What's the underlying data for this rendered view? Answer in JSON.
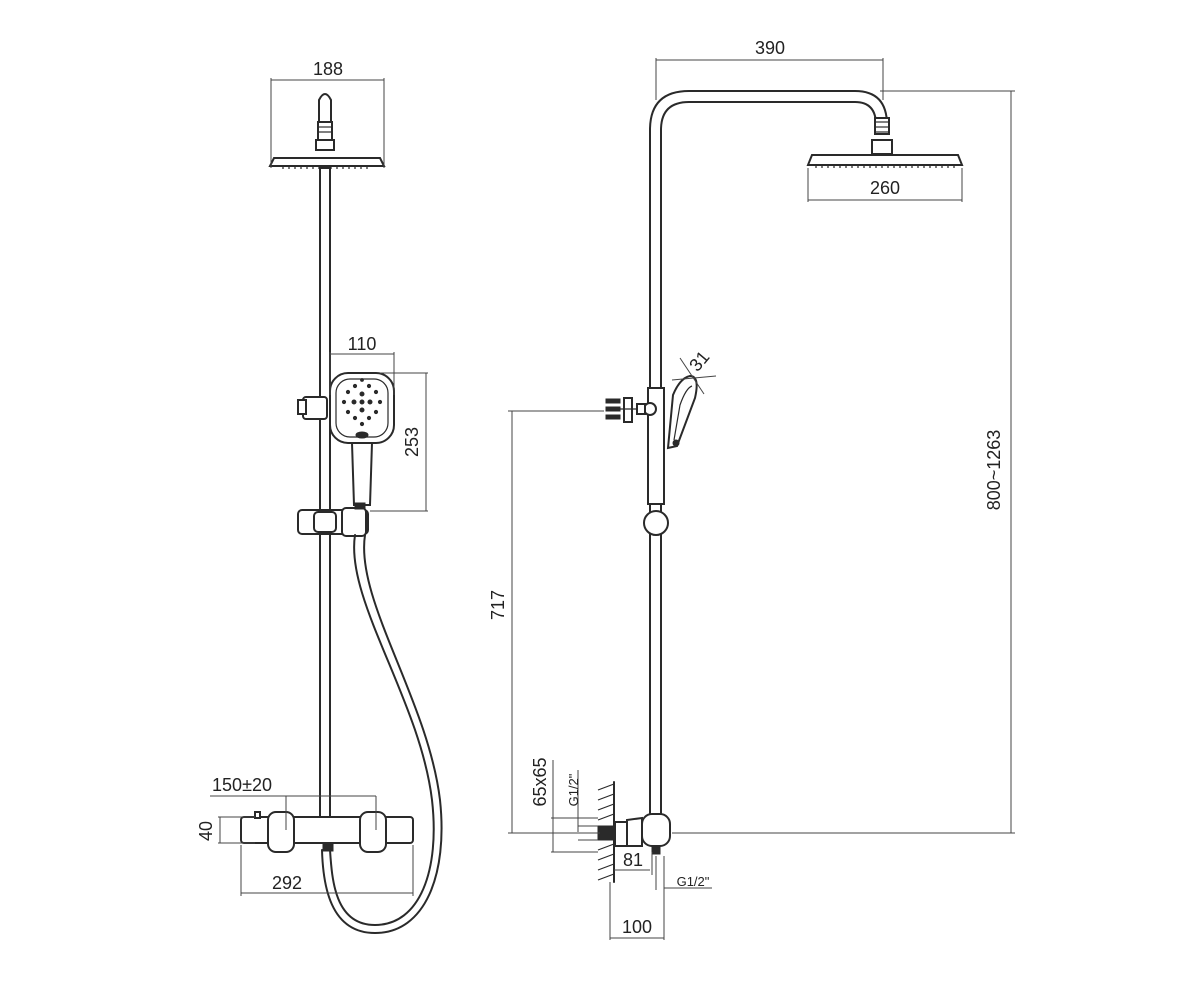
{
  "dimensions": {
    "front_head_width": "188",
    "handshower_width": "110",
    "handshower_height": "253",
    "mixer_centers": "150±20",
    "mixer_height": "40",
    "mixer_width": "292",
    "arm_reach": "390",
    "head_diameter": "260",
    "handshower_thickness": "31",
    "total_height": "800~1263",
    "outlet_height": "717",
    "flange": "65x65",
    "inlet_thread_left": "G1/2\"",
    "inlet_thread_bottom": "G1/2\"",
    "body_depth": "81",
    "wall_to_bar": "100"
  }
}
